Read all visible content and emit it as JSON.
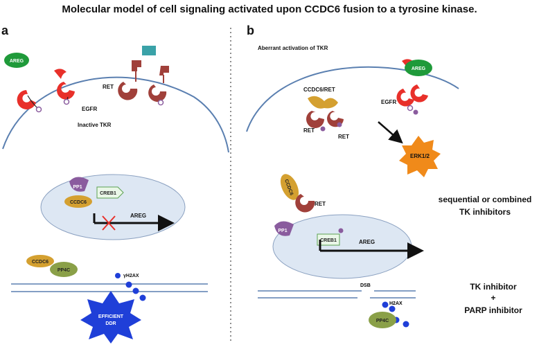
{
  "figure_title": "Molecular model of cell signaling activated upon CCDC6 fusion to a tyrosine kinase.",
  "panel_a": {
    "label": "a",
    "areg": "AREG",
    "egfr": "EGFR",
    "ret": "RET",
    "inactive": "Inactive TKR",
    "pp1": "PP1",
    "ccdc6": "CCDC6",
    "creb1": "CREB1",
    "areg_gene": "AREG",
    "ccdc6_b": "CCDC6",
    "pp4c": "PP4C",
    "h2ax": "γH2AX",
    "ddr_line1": "EFFICIENT",
    "ddr_line2": "DDR"
  },
  "panel_b": {
    "label": "b",
    "aberrant": "Aberrant activation of TKR",
    "ccdc6_ret": "CCDC6/RET",
    "ret1": "RET",
    "ret2": "RET",
    "egfr": "EGFR",
    "areg": "AREG",
    "erk": "ERK1/2",
    "ccdc6": "CCDC6",
    "ret3": "RET",
    "pp1": "PP1",
    "creb1": "CREB1",
    "areg_gene": "AREG",
    "dsb": "DSB",
    "h2ax": "H2AX",
    "pp4c": "PP4C"
  },
  "side_text": {
    "seq1": "sequential or combined",
    "seq2": "TK inhibitors",
    "tk": "TK inhibitor",
    "plus": "+",
    "parp": "PARP inhibitor"
  },
  "colors": {
    "red_receptor": "#e8302a",
    "ret_brown": "#a0403a",
    "areg_green": "#1f9a3a",
    "teal_ligand": "#3aa2a8",
    "ccdc6_gold": "#d4a030",
    "pp1_purple": "#8a5c9e",
    "pp4c_olive": "#8aa048",
    "nucleus_fill": "#dde7f3",
    "ddr_blue": "#1f3fd8",
    "erk_orange": "#f08a1a"
  }
}
